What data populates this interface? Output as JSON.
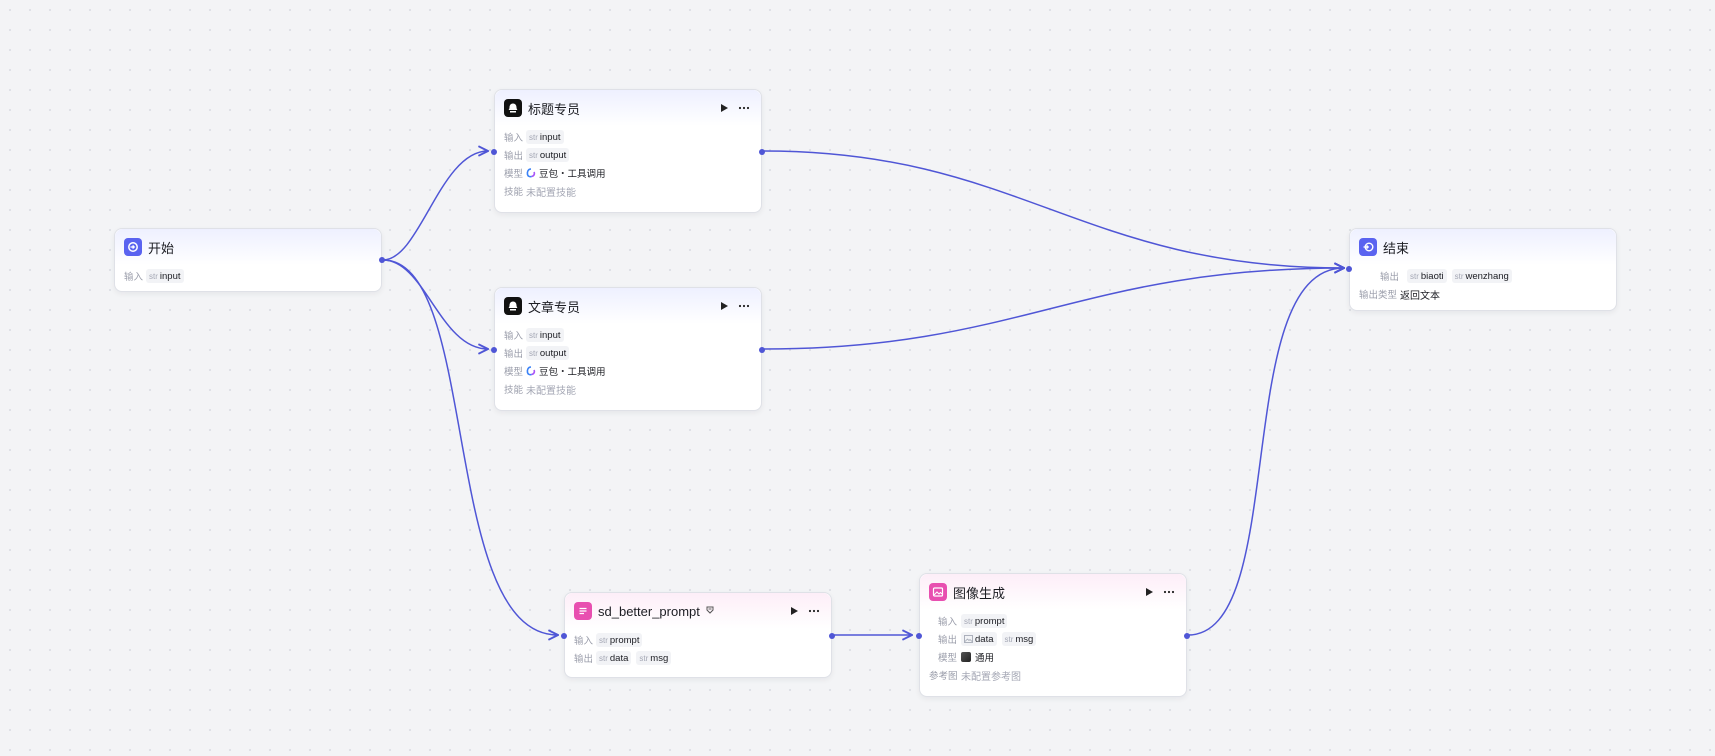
{
  "colors": {
    "accent": "#4f56d6",
    "edge": "#4f56d6",
    "pink": "#e84fb0",
    "blue": "#5a63f0"
  },
  "nodes": {
    "start": {
      "title": "开始",
      "icon": "start-icon",
      "input_label": "输入",
      "input_type": "str",
      "input_value": "input"
    },
    "title_agent": {
      "title": "标题专员",
      "icon": "agent-icon",
      "input_label": "输入",
      "input_type": "str",
      "input_value": "input",
      "output_label": "输出",
      "output_type": "str",
      "output_value": "output",
      "model_label": "模型",
      "model_value": "豆包・工具调用",
      "skill_label": "技能",
      "skill_value": "未配置技能"
    },
    "article_agent": {
      "title": "文章专员",
      "icon": "agent-icon",
      "input_label": "输入",
      "input_type": "str",
      "input_value": "input",
      "output_label": "输出",
      "output_type": "str",
      "output_value": "output",
      "model_label": "模型",
      "model_value": "豆包・工具调用",
      "skill_label": "技能",
      "skill_value": "未配置技能"
    },
    "sd_prompt": {
      "title": "sd_better_prompt",
      "icon": "plugin-icon",
      "input_label": "输入",
      "input_type": "str",
      "input_value": "prompt",
      "output_label": "输出",
      "output_type1": "str",
      "output_value1": "data",
      "output_type2": "str",
      "output_value2": "msg"
    },
    "image_gen": {
      "title": "图像生成",
      "icon": "image-icon",
      "input_label": "输入",
      "input_type": "str",
      "input_value": "prompt",
      "output_label": "输出",
      "output_value1": "data",
      "output_type2": "str",
      "output_value2": "msg",
      "model_label": "模型",
      "model_value": "通用",
      "ref_label": "参考图",
      "ref_value": "未配置参考图"
    },
    "end": {
      "title": "结束",
      "icon": "end-icon",
      "output_label": "输出",
      "output_type1": "str",
      "output_value1": "biaoti",
      "output_type2": "str",
      "output_value2": "wenzhang",
      "type_label": "输出类型",
      "type_value": "返回文本"
    }
  }
}
